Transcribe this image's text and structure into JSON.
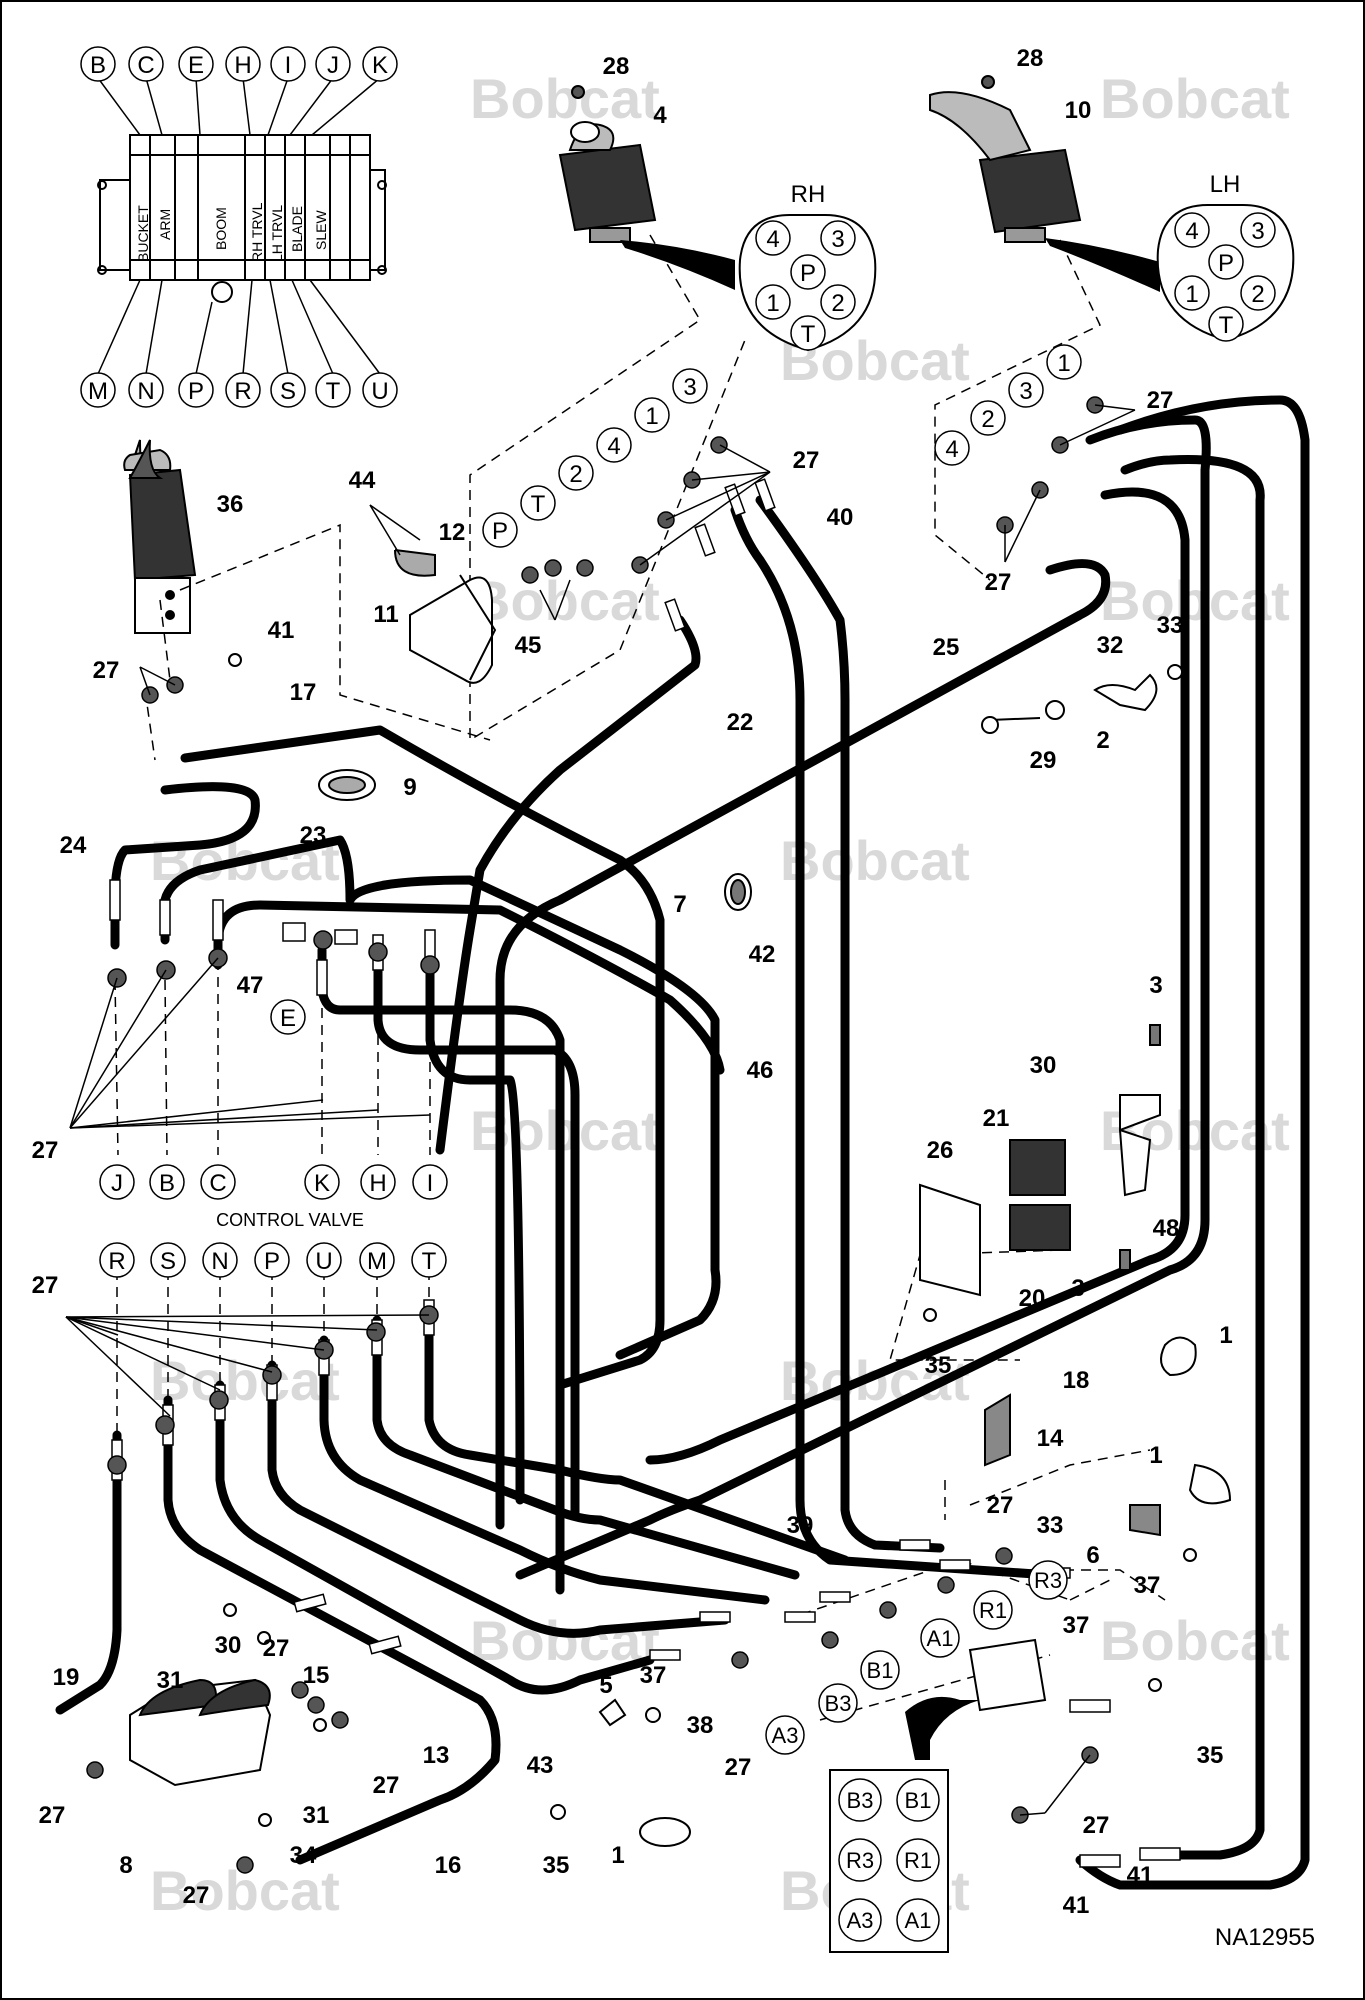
{
  "brand_watermark": "Bobcat",
  "figure_id": "NA12955",
  "control_valve": {
    "label": "CONTROL VALVE",
    "top_letters": [
      "B",
      "C",
      "E",
      "H",
      "I",
      "J",
      "K"
    ],
    "bottom_letters": [
      "M",
      "N",
      "P",
      "R",
      "S",
      "T",
      "U"
    ],
    "sections": [
      "BUCKET",
      "ARM",
      "BOOM",
      "RH TRVL",
      "LH TRVL",
      "BLADE",
      "SLEW"
    ]
  },
  "rh_joystick_ports": {
    "title": "RH",
    "ports": [
      "4",
      "3",
      "P",
      "1",
      "2",
      "T"
    ]
  },
  "lh_joystick_ports": {
    "title": "LH",
    "ports": [
      "4",
      "3",
      "P",
      "1",
      "2",
      "T"
    ]
  },
  "rh_hose_ports": [
    "P",
    "T",
    "2",
    "4",
    "1",
    "3"
  ],
  "lh_hose_ports": [
    "4",
    "2",
    "3",
    "1"
  ],
  "valve_upper_ports": [
    "J",
    "B",
    "C",
    "K",
    "H",
    "I"
  ],
  "valve_lower_ports": [
    "R",
    "S",
    "N",
    "P",
    "U",
    "M",
    "T"
  ],
  "tee_port": "E",
  "travel_ports": [
    "R3",
    "R1",
    "A1",
    "B1",
    "B3",
    "A3"
  ],
  "travel_block_grid": [
    "B3",
    "B1",
    "R3",
    "R1",
    "A3",
    "A1"
  ],
  "callouts": {
    "c28a": "28",
    "c4": "4",
    "c28b": "28",
    "c10": "10",
    "c36": "36",
    "c44": "44",
    "c12": "12",
    "c11": "11",
    "c45": "45",
    "c41a": "41",
    "c27a": "27",
    "c17": "17",
    "c9": "9",
    "c24": "24",
    "c23": "23",
    "c47": "47",
    "c27b": "27",
    "c27c": "27",
    "c40": "40",
    "c22": "22",
    "c25": "25",
    "c27d": "27",
    "c27e": "27",
    "c32": "32",
    "c33a": "33",
    "c2": "2",
    "c29": "29",
    "c7": "7",
    "c42": "42",
    "c46": "46",
    "c3a": "3",
    "c30a": "30",
    "c21": "21",
    "c26": "26",
    "c48": "48",
    "c20": "20",
    "c3b": "3",
    "c35a": "35",
    "c18": "18",
    "c1a": "1",
    "c14": "14",
    "c1b": "1",
    "c33b": "33",
    "c6": "6",
    "c37a": "37",
    "c27f": "27",
    "c39": "39",
    "c27g": "27",
    "c19": "19",
    "c30b": "30",
    "c31a": "31",
    "c27h": "27",
    "c15": "15",
    "c13": "13",
    "c27i": "27",
    "c31b": "31",
    "c27j": "27",
    "c8": "8",
    "c34": "34",
    "c27k": "27",
    "c16": "16",
    "c43": "43",
    "c5": "5",
    "c37b": "37",
    "c38": "38",
    "c27l": "27",
    "c35b": "35",
    "c1c": "1",
    "c37c": "37",
    "c35c": "35",
    "c27m": "27",
    "c41b": "41",
    "c41c": "41"
  }
}
